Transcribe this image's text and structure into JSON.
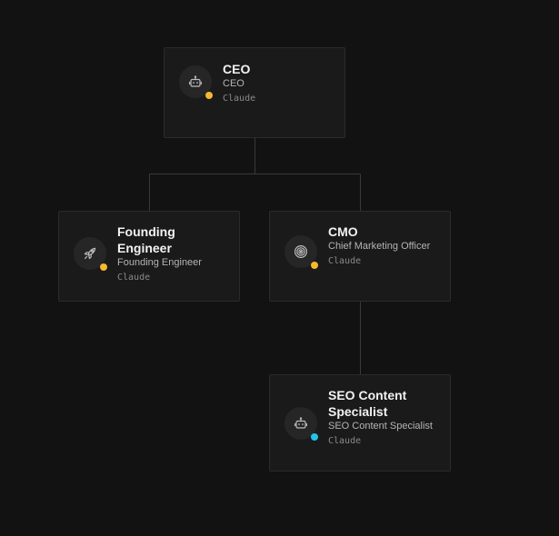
{
  "org_chart": {
    "nodes": [
      {
        "id": "ceo",
        "name": "CEO",
        "role": "CEO",
        "model": "Claude",
        "icon": "robot-icon",
        "status_color": "#f5b82e"
      },
      {
        "id": "founding-engineer",
        "name": "Founding Engineer",
        "role": "Founding Engineer",
        "model": "Claude",
        "icon": "rocket-icon",
        "status_color": "#f5b82e"
      },
      {
        "id": "cmo",
        "name": "CMO",
        "role": "Chief Marketing Officer",
        "model": "Claude",
        "icon": "target-icon",
        "status_color": "#f5b82e"
      },
      {
        "id": "seo-content-specialist",
        "name": "SEO Content Specialist",
        "role": "SEO Content Specialist",
        "model": "Claude",
        "icon": "robot-icon",
        "status_color": "#22c3e6"
      }
    ],
    "edges": [
      {
        "from": "ceo",
        "to": "founding-engineer"
      },
      {
        "from": "ceo",
        "to": "cmo"
      },
      {
        "from": "cmo",
        "to": "seo-content-specialist"
      }
    ]
  },
  "colors": {
    "background": "#121212",
    "card_background": "#1a1a1a",
    "card_border": "#2b2b2b",
    "connector": "#3a3a3a",
    "status_active": "#f5b82e",
    "status_idle": "#22c3e6"
  }
}
